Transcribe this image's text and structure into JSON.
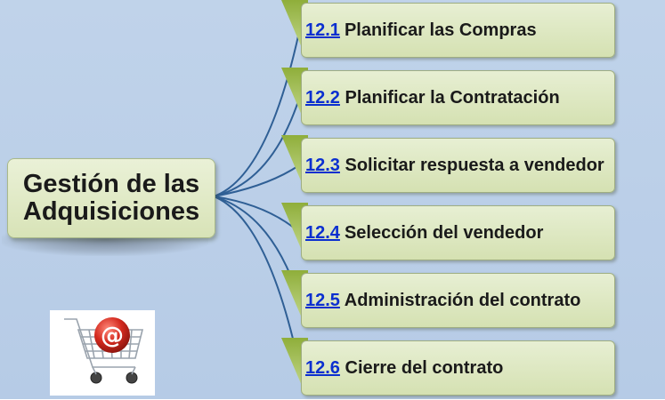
{
  "central_topic": {
    "line1": "Gestión de las",
    "line2": "Adquisiciones"
  },
  "subtopics": [
    {
      "number": "12.1 ",
      "label": "Planificar las Compras"
    },
    {
      "number": "12.2",
      "label": " Planificar la Contratación"
    },
    {
      "number": "12.3",
      "label": " Solicitar respuesta a vendedor"
    },
    {
      "number": "12.4 ",
      "label": "Selección del vendedor"
    },
    {
      "number": "12.5",
      "label": " Administración del contrato"
    },
    {
      "number": "12.6",
      "label": " Cierre del contrato"
    }
  ],
  "picture": {
    "icon": "shopping-cart-at-sign-icon",
    "at_symbol": "@"
  },
  "colors": {
    "background": "#bccfe8",
    "node_fill": "#dde7c3",
    "connector": "#2f5f95",
    "link": "#0b2fd0",
    "tab_fill": "#a7c455",
    "cart_red": "#d42a1f"
  }
}
